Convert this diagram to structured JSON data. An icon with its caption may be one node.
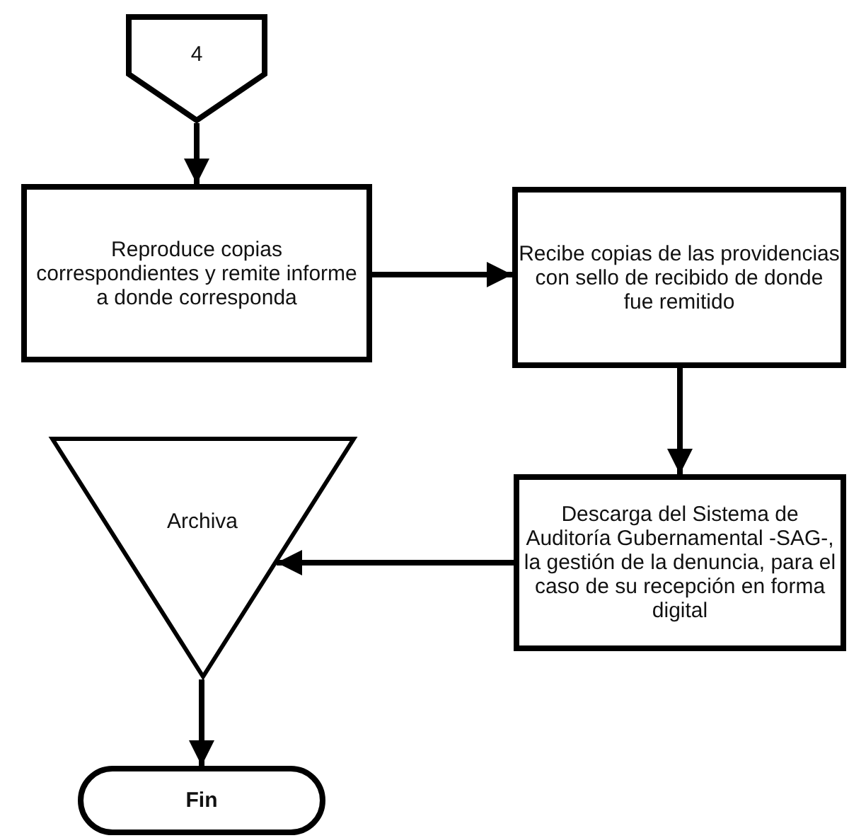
{
  "diagram": {
    "nodes": [
      {
        "text": [
          "4"
        ]
      },
      {
        "text": [
          "Reproduce copias correspondientes y remite informe a donde corresponda"
        ]
      },
      {
        "text": [
          "Recibe copias de las providencias con sello de recibido de donde fue remitido"
        ]
      },
      {
        "text": [
          "Descarga del Sistema de Auditoría Gubernamental -SAG-, la gestión de la denuncia, para el caso de su recepción en forma digital"
        ]
      },
      {
        "text": [
          "Archiva"
        ]
      },
      {
        "text": [
          "Fin"
        ]
      }
    ],
    "edges": [
      {
        "from": 0,
        "to": 1,
        "arrow": "to"
      },
      {
        "from": 1,
        "to": 2,
        "arrow": "to"
      },
      {
        "from": 2,
        "to": 3,
        "arrow": "to"
      },
      {
        "from": 3,
        "to": 4,
        "arrow": "to"
      },
      {
        "from": 4,
        "to": 5,
        "arrow": "to"
      }
    ]
  }
}
